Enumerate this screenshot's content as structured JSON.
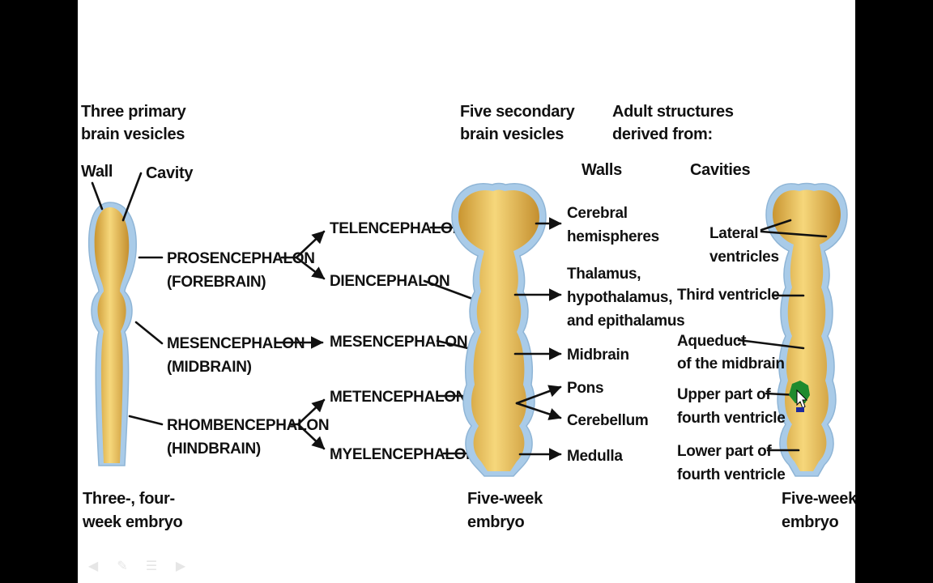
{
  "headers": {
    "primary": [
      "Three primary",
      "brain vesicles"
    ],
    "secondary": [
      "Five secondary",
      "brain vesicles"
    ],
    "adult": [
      "Adult structures",
      "derived from:"
    ],
    "walls": "Walls",
    "cavities": "Cavities"
  },
  "left_labels": {
    "wall": "Wall",
    "cavity": "Cavity"
  },
  "primary_vesicles": [
    {
      "name": "PROSENCEPHALON",
      "sub": "(FOREBRAIN)"
    },
    {
      "name": "MESENCEPHALON",
      "sub": "(MIDBRAIN)"
    },
    {
      "name": "RHOMBENCEPHALON",
      "sub": "(HINDBRAIN)"
    }
  ],
  "secondary_vesicles": [
    "TELENCEPHALON",
    "DIENCEPHALON",
    "MESENCEPHALON",
    "METENCEPHALON",
    "MYELENCEPHALON"
  ],
  "walls": [
    [
      "Cerebral",
      "hemispheres"
    ],
    [
      "Thalamus,",
      "hypothalamus,",
      "and epithalamus"
    ],
    [
      "Midbrain"
    ],
    [
      "Pons"
    ],
    [
      "Cerebellum"
    ],
    [
      "Medulla"
    ]
  ],
  "cavities": [
    [
      "Lateral",
      "ventricles"
    ],
    [
      "Third ventricle"
    ],
    [
      "Aqueduct",
      "of the midbrain"
    ],
    [
      "Upper part of",
      "fourth ventricle"
    ],
    [
      "Lower part of",
      "fourth ventricle"
    ]
  ],
  "captions": {
    "left": [
      "Three-, four-",
      "week embryo"
    ],
    "middle": [
      "Five-week",
      "embryo"
    ],
    "right": [
      "Five-week",
      "embryo"
    ]
  },
  "nav": {
    "prev": "◀",
    "pen": "✎",
    "menu": "☰",
    "next": "▶"
  },
  "colors": {
    "tube_fill": "#f3c75a",
    "tube_wall": "#a9cbe8",
    "cursor_green": "#1f8a2e"
  }
}
